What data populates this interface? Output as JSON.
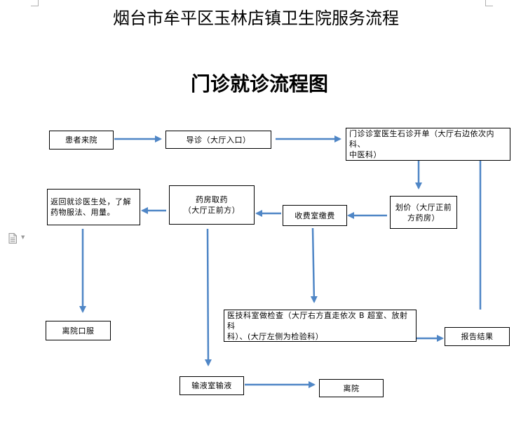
{
  "document": {
    "title": "烟台市牟平区玉林店镇卫生院服务流程",
    "chart_title": "门诊就诊流程图"
  },
  "nodes": {
    "patient_arrival": "患者来院",
    "triage": "导诊（大厅入口）",
    "consultation": "门诊诊室医生石诊开单（大厅右边依次内科、\n中医科）",
    "pricing": "划价（大厅正前\n方药房）",
    "payment": "收费室缴费",
    "pharmacy": "药房取药\n（大厅正前方）",
    "return_doctor": "返回就诊医生处，了解\n药物服法、用量。",
    "leave_oral": "离院口服",
    "medtech_exam": "医技科室做检查（大厅右方直走依次 B 超室、放射科\n科）、(大厅左侧为检验科）",
    "report": "报告结果",
    "infusion": "输液室输液",
    "leave": "离院"
  },
  "colors": {
    "arrow": "#4f86c6",
    "border": "#000000"
  },
  "icons": {
    "side_icon": "document-icon"
  }
}
